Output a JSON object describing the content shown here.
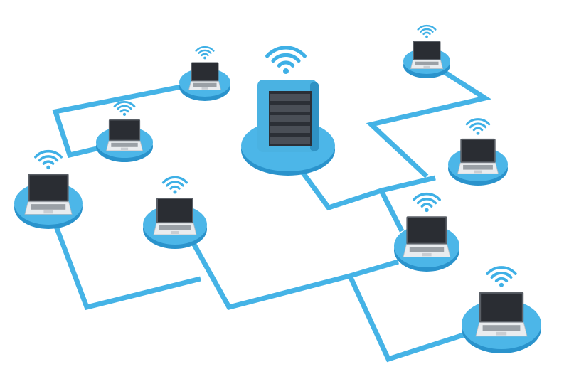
{
  "scene": {
    "subject": "network-diagram",
    "colors": {
      "cable": "#45b3e6",
      "disc_top": "#4cb6e8",
      "disc_side": "#2a93cc",
      "server_body": "#4ab2e2",
      "server_panel": "#2b2f36",
      "laptop_body": "#e9ecef",
      "laptop_screen": "#2a2d33",
      "wifi": "#3fb0e6"
    },
    "nodes": [
      {
        "id": "server",
        "kind": "server",
        "icon": "server-icon"
      },
      {
        "id": "laptop-1",
        "kind": "laptop",
        "icon": "laptop-icon"
      },
      {
        "id": "laptop-2",
        "kind": "laptop",
        "icon": "laptop-icon"
      },
      {
        "id": "laptop-3",
        "kind": "laptop",
        "icon": "laptop-icon"
      },
      {
        "id": "laptop-4",
        "kind": "laptop",
        "icon": "laptop-icon"
      },
      {
        "id": "laptop-5",
        "kind": "laptop",
        "icon": "laptop-icon"
      },
      {
        "id": "laptop-6",
        "kind": "laptop",
        "icon": "laptop-icon"
      },
      {
        "id": "laptop-7",
        "kind": "laptop",
        "icon": "laptop-icon"
      },
      {
        "id": "laptop-8",
        "kind": "laptop",
        "icon": "laptop-icon"
      }
    ]
  }
}
